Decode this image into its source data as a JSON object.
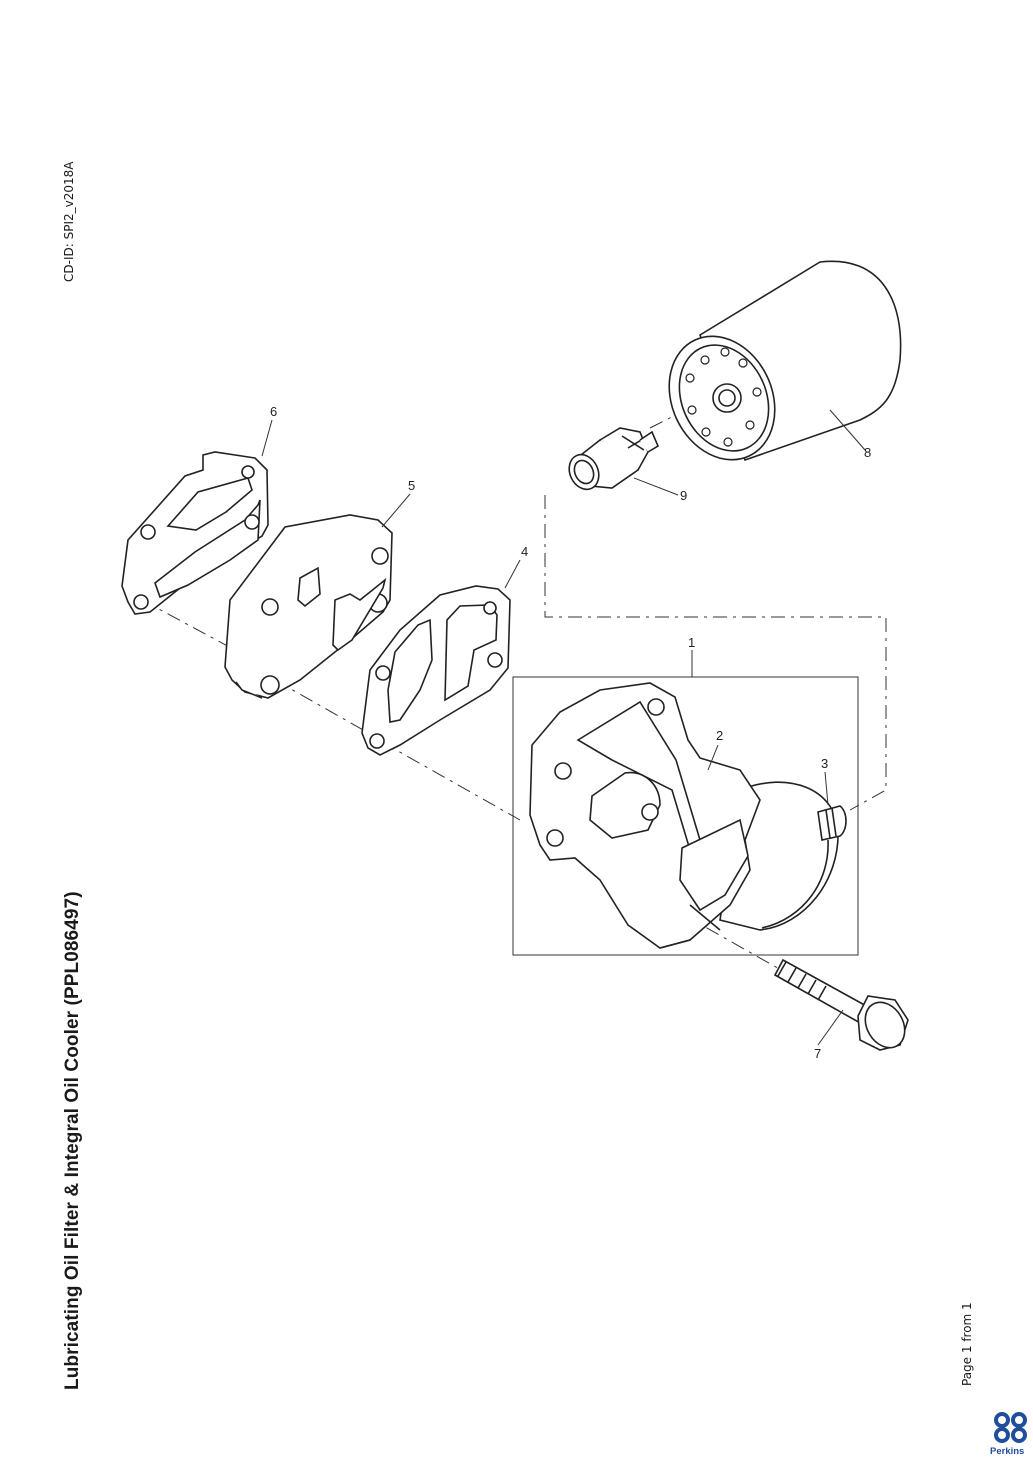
{
  "title": "Lubricating Oil Filter & Integral Oil Cooler (PPL086497)",
  "cd_id": "CD-ID: SPI2_v2018A",
  "page_info": "Page 1 from 1",
  "brand": {
    "name": "Perkins",
    "color": "#1f4e9c"
  },
  "diagram": {
    "callouts": [
      "1",
      "2",
      "3",
      "4",
      "5",
      "6",
      "7",
      "8",
      "9"
    ]
  }
}
